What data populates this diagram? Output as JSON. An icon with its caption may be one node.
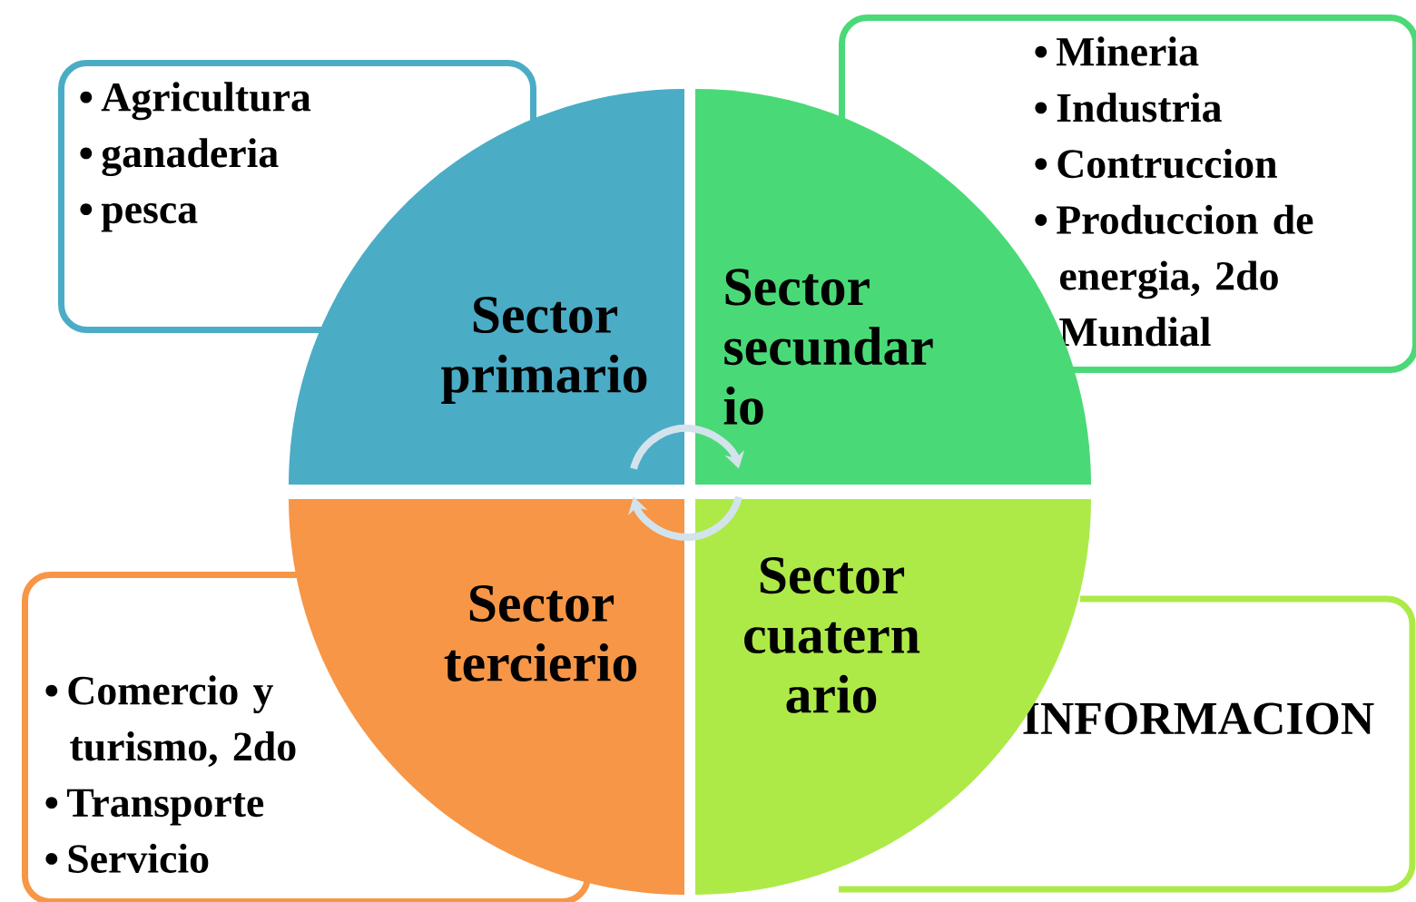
{
  "diagram": {
    "nodes": [
      {
        "text": [
          "Sector primario"
        ]
      },
      {
        "text": [
          "Sector secundar io"
        ]
      },
      {
        "text": [
          "Sector tercierio"
        ]
      },
      {
        "text": [
          "Sector cuatern ario"
        ]
      },
      {
        "text": [
          "Agricultura",
          "ganaderia",
          "pesca"
        ]
      },
      {
        "text": [
          "Mineria",
          "Industria",
          "Contruccion",
          "Produccion de energia, 2do Mundial"
        ]
      },
      {
        "text": [
          "Comercio y turismo, 2do",
          "Transporte",
          "Servicio"
        ]
      },
      {
        "text": [
          "INFORMACION"
        ]
      }
    ],
    "edges": [
      {
        "from": 0,
        "to": 1,
        "arrow": "to"
      },
      {
        "from": 3,
        "to": 2,
        "arrow": "to"
      }
    ]
  }
}
